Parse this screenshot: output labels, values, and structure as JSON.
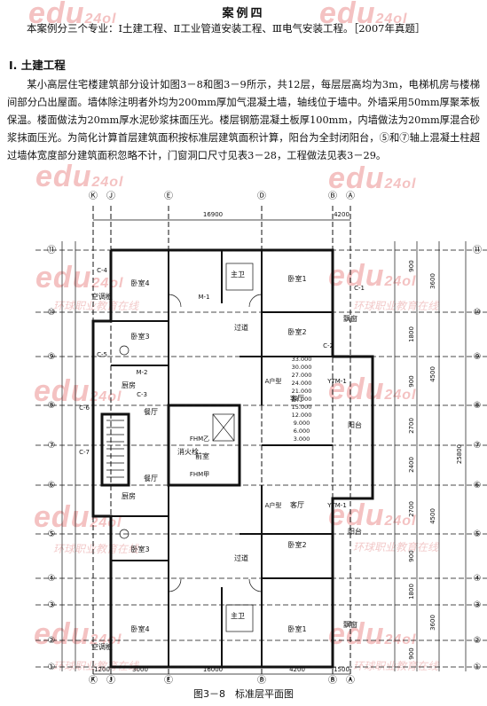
{
  "doc": {
    "title": "案例四",
    "intro": "本案例分三个专业：Ⅰ土建工程、Ⅱ工业管道安装工程、Ⅲ电气安装工程。［2007年真题］",
    "section": "Ⅰ. 土建工程",
    "body": "某小高层住宅楼建筑部分设计如图3－8和图3－9所示，共12层，每层层高均为3m，电梯机房与楼梯间部分凸出屋面。墙体除注明者外均为200mm厚加气混凝土墙，轴线位于墙中。外墙采用50mm厚聚苯板保温。楼面做法为20mm厚水泥砂浆抹面压光。楼层钢筋混凝土板厚100mm，内墙做法为20mm厚混合砂浆抹面压光。为简化计算首层建筑面积按标准层建筑面积计算，阳台为全封闭阳台，⑤和⑦轴上混凝土柱超过墙体宽度部分建筑面积忽略不计，门窗洞口尺寸见表3－28，工程做法见表3－29。",
    "caption": "图3－8　标准层平面图"
  },
  "watermark": {
    "brand": "edu",
    "suffix": "24ol",
    "sub": "环球职业教育在线"
  },
  "plan": {
    "top_axes": [
      "Ⓚ",
      "Ⓙ",
      "Ⓔ",
      "Ⓓ",
      "Ⓑ",
      "Ⓐ"
    ],
    "left_axes": [
      "⑪",
      "⑩",
      "⑨",
      "⑧",
      "⑦",
      "⑥",
      "⑤",
      "④",
      "③",
      "②",
      "①"
    ],
    "right_axes": [
      "⑪",
      "⑩",
      "⑨",
      "⑧",
      "⑦",
      "⑥",
      "⑤",
      "④",
      "③",
      "②",
      "①"
    ],
    "top_dims": [
      "16900",
      "4200"
    ],
    "bottom_dims": [
      "1200",
      "3000",
      "16000",
      "4200",
      "1500"
    ],
    "right_dims_outer": [
      "3600",
      "4500",
      "4500",
      "3600"
    ],
    "right_total": "25800",
    "right_dims_inner": [
      "900",
      "1800",
      "900",
      "2700",
      "2400",
      "2700",
      "900",
      "1800",
      "900"
    ],
    "rooms": [
      {
        "name": "卧室4"
      },
      {
        "name": "卧室1"
      },
      {
        "name": "卧室3"
      },
      {
        "name": "卧室2"
      },
      {
        "name": "客厅"
      },
      {
        "name": "阳台"
      },
      {
        "name": "客厅"
      },
      {
        "name": "阳台"
      },
      {
        "name": "卧室3"
      },
      {
        "name": "卧室2"
      },
      {
        "name": "卧室4"
      },
      {
        "name": "卧室1"
      },
      {
        "name": "厨房"
      },
      {
        "name": "厨房"
      },
      {
        "name": "餐厅"
      },
      {
        "name": "餐厅"
      },
      {
        "name": "过道"
      },
      {
        "name": "过道"
      },
      {
        "name": "空调板"
      },
      {
        "name": "空调板"
      },
      {
        "name": "飘窗"
      },
      {
        "name": "飘窗"
      },
      {
        "name": "主卫"
      },
      {
        "name": "主卫"
      },
      {
        "name": "前室"
      },
      {
        "name": "消火栓"
      }
    ],
    "tags": [
      "C-1",
      "C-2",
      "C-3",
      "C-4",
      "C-5",
      "C-6",
      "C-7",
      "M-1",
      "M-2",
      "YTM-1",
      "YTM-1",
      "FHM乙",
      "FHM甲",
      "A户型",
      "A户型"
    ],
    "elevations": [
      "33.000",
      "30.000",
      "27.000",
      "24.000",
      "21.000",
      "18.000",
      "15.000",
      "12.000",
      "9.000",
      "6.000",
      "3.000"
    ]
  }
}
